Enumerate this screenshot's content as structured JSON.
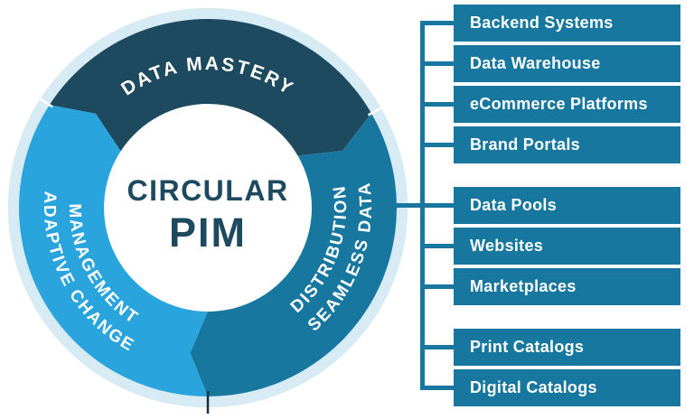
{
  "diagram": {
    "center": {
      "title_line1": "CIRCULAR",
      "title_line2": "PIM"
    },
    "segments": [
      {
        "name": "data-mastery",
        "label": "DATA MASTERY",
        "color": "#1e4a5f"
      },
      {
        "name": "adaptive-change-management",
        "label_line1": "ADAPTIVE CHANGE",
        "label_line2": "MANAGEMENT",
        "color": "#29a4dd"
      },
      {
        "name": "seamless-data-distribution",
        "label_line1": "SEAMLESS DATA",
        "label_line2": "DISTRIBUTION",
        "color": "#17779f"
      }
    ]
  },
  "connections": [
    {
      "label": "Backend Systems"
    },
    {
      "label": "Data Warehouse"
    },
    {
      "label": "eCommerce Platforms"
    },
    {
      "label": "Brand Portals"
    },
    {
      "label": "Data Pools"
    },
    {
      "label": "Websites"
    },
    {
      "label": "Marketplaces"
    },
    {
      "label": "Print Catalogs"
    },
    {
      "label": "Digital Catalogs"
    }
  ],
  "colors": {
    "background": "#ffffff",
    "outer_ring": "#d7ebf5",
    "segment_data_mastery": "#1e4a5f",
    "segment_adaptive_change": "#29a4dd",
    "segment_seamless_distribution": "#17779f",
    "connector": "#17779f",
    "box_background": "#17779f",
    "box_text": "#ffffff",
    "arc_text": "#ffffff",
    "center_text": "#1e4a5f",
    "bottom_divider": "#16303e",
    "junction_divider": "#ffffff"
  }
}
